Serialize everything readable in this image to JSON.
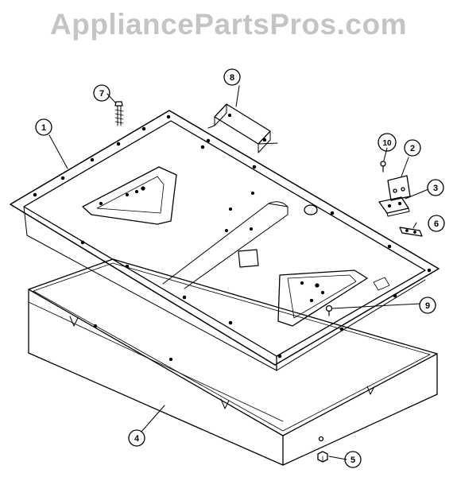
{
  "watermark": "AppliancePartsPros.com",
  "callouts": [
    {
      "id": "c1",
      "label": "1",
      "part": "main-top-panel"
    },
    {
      "id": "c2",
      "label": "2",
      "part": "hinge-bracket"
    },
    {
      "id": "c3",
      "label": "3",
      "part": "hinge"
    },
    {
      "id": "c4",
      "label": "4",
      "part": "burner-box"
    },
    {
      "id": "c5",
      "label": "5",
      "part": "nut"
    },
    {
      "id": "c6",
      "label": "6",
      "part": "spacer-strip"
    },
    {
      "id": "c7",
      "label": "7",
      "part": "screw"
    },
    {
      "id": "c8",
      "label": "8",
      "part": "support-bracket"
    },
    {
      "id": "c9",
      "label": "9",
      "part": "small-screw"
    },
    {
      "id": "c10",
      "label": "10",
      "part": "hinge-screw"
    }
  ]
}
